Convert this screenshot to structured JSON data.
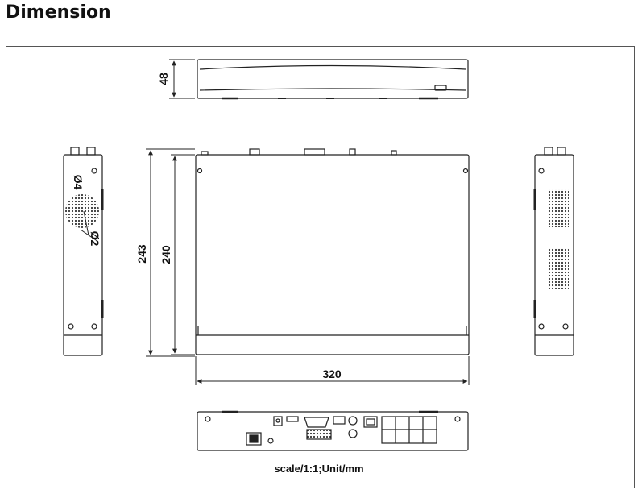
{
  "title": "Dimension",
  "dimensions": {
    "height": "48",
    "depth_outer": "243",
    "depth_inner": "240",
    "width": "320",
    "hole_large": "Ø4",
    "hole_small": "Ø2"
  },
  "caption": "scale/1:1;Unit/mm"
}
